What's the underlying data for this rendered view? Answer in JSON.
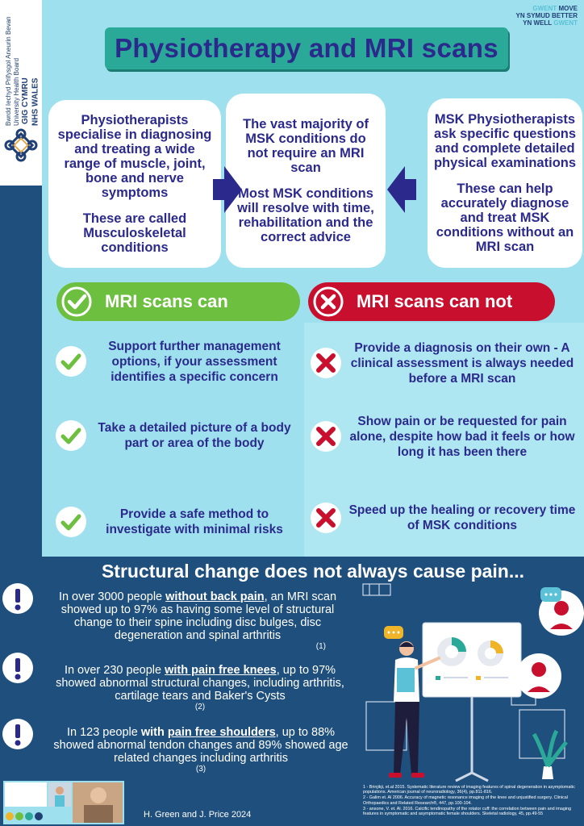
{
  "logo": {
    "org_welsh": "Bwrdd Iechyd Prifysgol Aneurin Bevan",
    "org_english": "University Health Board",
    "gig_cymru": "GIG CYMRU",
    "nhs_wales": "NHS WALES"
  },
  "brand": {
    "line1_a": "GWENT",
    "line1_b": "MOVE",
    "line2_a": "YN SYMUD",
    "line2_b": "BETTER",
    "line3_a": "YN WELL",
    "line3_b": "GWENT"
  },
  "title": "Physiotherapy and MRI scans",
  "cards": {
    "left_p1": "Physiotherapists specialise in diagnosing and treating a wide range of muscle, joint, bone and nerve symptoms",
    "left_p2": "These are called Musculoskeletal conditions",
    "mid_p1": "The vast majority of MSK conditions do not require an MRI scan",
    "mid_p2": "Most MSK conditions will resolve with time, rehabilitation and the correct advice",
    "right_p1": "MSK Physiotherapists ask specific questions and complete detailed physical examinations",
    "right_p2": "These can help accurately diagnose and treat MSK conditions without an MRI scan"
  },
  "can": {
    "heading": "MRI scans can",
    "items": [
      "Support further management options, if your assessment identifies a specific concern",
      "Take a detailed picture of a body part or area of the body",
      "Provide a safe method to investigate with minimal risks"
    ]
  },
  "cannot": {
    "heading": "MRI scans can not",
    "items": [
      "Provide a diagnosis on their own - A clinical assessment is always needed before a MRI scan",
      "Show pain or be requested for pain alone, despite how bad it feels or how long it has been there",
      "Speed up the healing or recovery time of MSK conditions"
    ]
  },
  "structural": {
    "heading": "Structural change does not always cause pain...",
    "stat1_pre": "In over 3000 people ",
    "stat1_em": "without back pain",
    "stat1_post": ", an MRI scan showed up to 97% as having some level of structural change to their spine including disc bulges, disc degeneration and spinal arthritis",
    "stat1_ref": "(1)",
    "stat2_pre": "In over 230 people ",
    "stat2_em": "with pain free knees",
    "stat2_post": ", up to 97% showed abnormal structural changes, including arthritis, cartilage tears and Baker's Cysts",
    "stat2_ref": "(2)",
    "stat3_pre": "In 123 people ",
    "stat3_with": "with ",
    "stat3_em": "pain free shoulders",
    "stat3_post": ", up to 88% showed abnormal tendon changes and 89% showed age related changes including arthritis",
    "stat3_ref": "(3)"
  },
  "references": [
    "1 - Brinjikji, et.al 2015. Systematic literature review of imaging features of spinal degeneration in asymptomatic populations. American journal of neuroradiology, 36(4), pp.811-816.",
    "2 - Galim et. Al 2006. Accuracy of magnetic resonance imaging of the knee and unjustified surgery. Clinical Orthopaedics and Related Research®, 447, pp.100-104.",
    "3 - ansone, V. et. Al. 2016. Calcific tendinopathy of the rotator cuff: the correlation between pain and imaging features in symptomatic and asymptomatic female shoulders. Skeletal radiology, 45, pp.49-55"
  ],
  "author": "H. Green and J. Price 2024",
  "colors": {
    "navy_text": "#2b2a8c",
    "teal_banner": "#2aa998",
    "green": "#6cbf3f",
    "red": "#c8102e",
    "dark_blue": "#1f4f7c",
    "light_blue": "#9ee0ee"
  }
}
